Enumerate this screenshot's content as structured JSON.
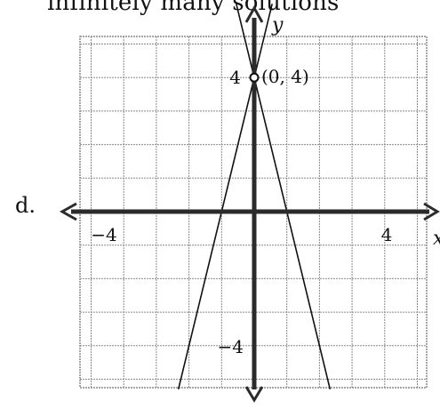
{
  "header_text": "infinitely many solutions",
  "part_label": "d.",
  "graph": {
    "x_axis_label": "x",
    "y_axis_label": "y",
    "ticks": {
      "x_neg": "−4",
      "x_pos": "4",
      "y_pos": "4",
      "y_neg": "−4"
    },
    "point_label": "(0, 4)",
    "point": {
      "x": 0,
      "y": 4
    },
    "grid": {
      "x_min": -6,
      "x_max": 6,
      "y_min": -6,
      "y_max": 6,
      "step": 1,
      "shown": true
    },
    "lines": [
      {
        "name": "y = 4x + 4",
        "slope": 4,
        "intercept": 4
      },
      {
        "name": "y = -4x + 4",
        "slope": -4,
        "intercept": 4
      }
    ]
  },
  "colors": {
    "ink": "#111111",
    "grid": "#8a8a8a",
    "axis": "#2b2b2b",
    "background": "#ffffff"
  }
}
